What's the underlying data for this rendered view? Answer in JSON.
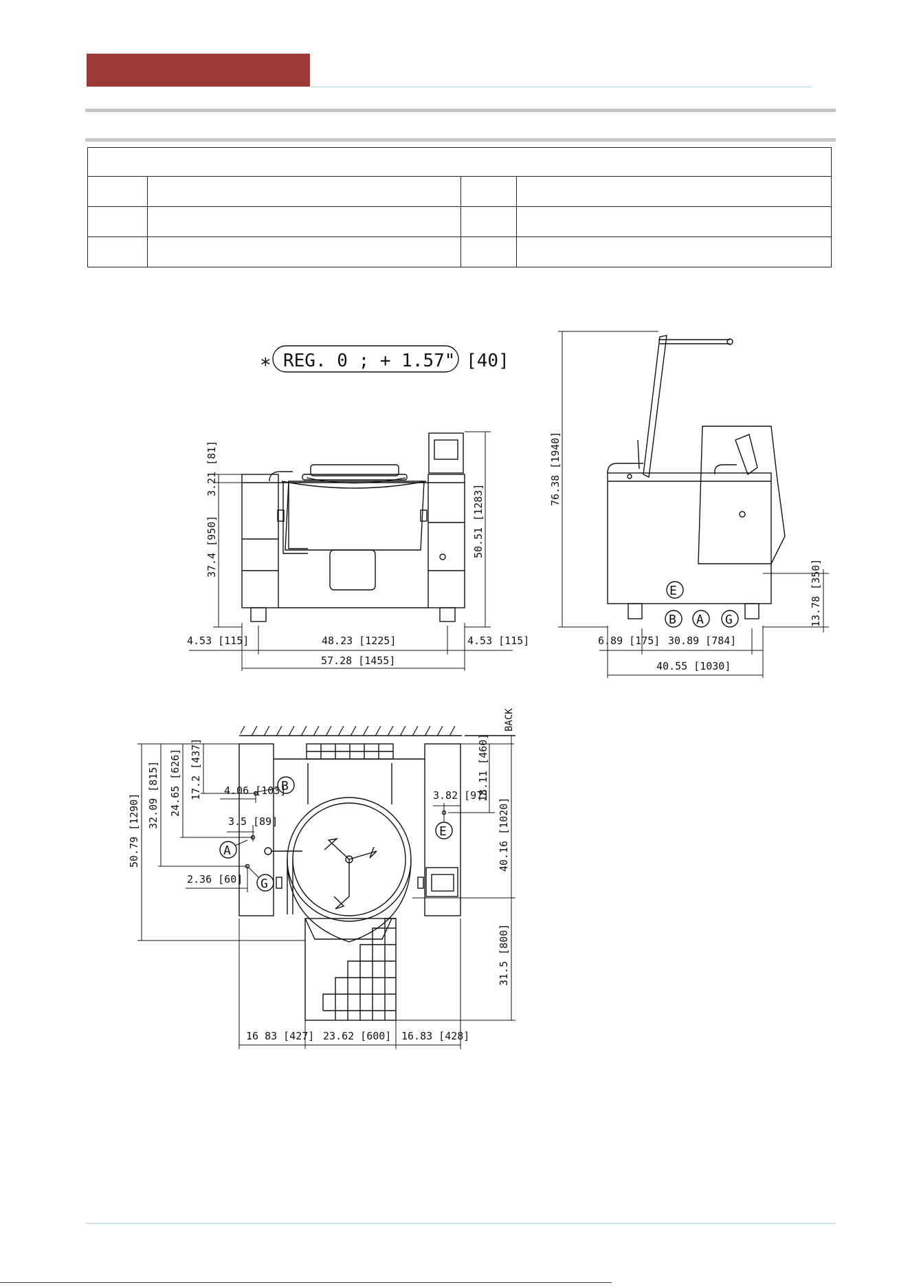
{
  "header": {
    "brand_color": "#9b3a36",
    "table": {
      "title": "",
      "rows": [
        [
          "",
          "",
          "",
          ""
        ],
        [
          "",
          "",
          "",
          ""
        ],
        [
          "",
          "",
          "",
          ""
        ]
      ]
    }
  },
  "front_view": {
    "note": "REG. 0 ; + 1.57\" [40]",
    "note_symbol": "∗",
    "dim_height_top": "3.21 [81]",
    "dim_height_body": "37.4 [950]",
    "dim_height_total": "50.51 [1283]",
    "dim_left": "4.53 [115]",
    "dim_center": "48.23 [1225]",
    "dim_right": "4.53 [115]",
    "dim_total_width": "57.28 [1455]"
  },
  "side_view": {
    "dim_height_total": "76.38 [1940]",
    "dim_height_conn": "13.78 [350]",
    "dim_offset": "6.89 [175]",
    "dim_conn_span": "30.89 [784]",
    "dim_depth": "40.55 [1030]",
    "conn_e": "E",
    "conn_b": "B",
    "conn_a": "A",
    "conn_g": "G"
  },
  "top_view": {
    "back_label": "BACK",
    "dim_total_depth": "50.79 [1290]",
    "dim_g_depth": "32.09 [815]",
    "dim_a_depth": "24.65 [626]",
    "dim_b_depth": "17.2 [437]",
    "dim_b_offset": "4.06 [103]",
    "dim_a_offset": "3.5 [89]",
    "dim_g_offset": "2.36 [60]",
    "dim_e_offset": "3.82 [97]",
    "dim_e_depth": "18.11 [460]",
    "dim_right_depth": "40.16 [1020]",
    "dim_front_clear": "31.5 [800]",
    "dim_bottom_left": "16 83 [427]",
    "dim_bottom_center": "23.62 [600]",
    "dim_bottom_right": "16.83 [428]",
    "conn_b": "B",
    "conn_a": "A",
    "conn_g": "G",
    "conn_e": "E"
  }
}
